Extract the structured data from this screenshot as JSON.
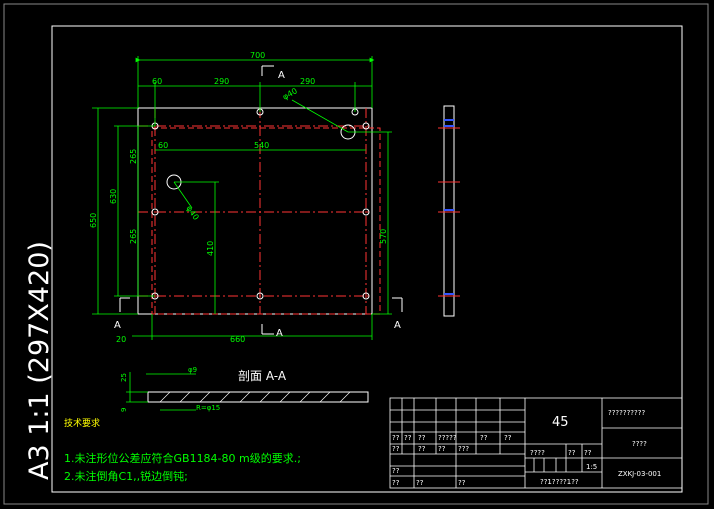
{
  "sheet": {
    "size_label": "A3 1:1 (297X420)"
  },
  "dims": {
    "total_width": "700",
    "left_offset": "60",
    "span_left": "290",
    "span_right": "290",
    "hole_dia": "φ40",
    "inner_left": "60",
    "inner_span": "540",
    "hole_dia_2": "φ40",
    "overall_height": "650",
    "height_630": "630",
    "height_265_top": "265",
    "height_265_bottom": "265",
    "height_410": "410",
    "height_570": "570",
    "bottom_offset": "20",
    "bottom_width": "660",
    "section_thickness": "25",
    "section_offset": "9",
    "section_hole": "φ9",
    "section_counterbore": "R=φ15"
  },
  "section": {
    "marker_top": "A",
    "marker_bottom": "A",
    "marker_left": "A",
    "marker_right": "A",
    "title": "剖面 A-A"
  },
  "notes": {
    "heading": "技术要求",
    "line1": "1.未注形位公差应符合GB1184-80 m级的要求.;",
    "line2": "2.未注倒角C1,,锐边倒钝;"
  },
  "title_block": {
    "material": "45",
    "drawing_name": "??????????",
    "company": "????",
    "scale": "1:5",
    "drawing_no": "ZXKJ-03-001",
    "date": "??1????1??",
    "cells": [
      "??",
      "??",
      "??",
      "?????",
      "??",
      "??",
      "??",
      "??",
      "??",
      "???",
      "????",
      "??",
      "??",
      "??",
      "??",
      "??",
      "??"
    ]
  },
  "colors": {
    "frame": "#ffffff",
    "dimension": "#00ff00",
    "center": "#ff3333",
    "outline": "#ffffff",
    "note": "#ffff00",
    "blue": "#3355ff"
  }
}
